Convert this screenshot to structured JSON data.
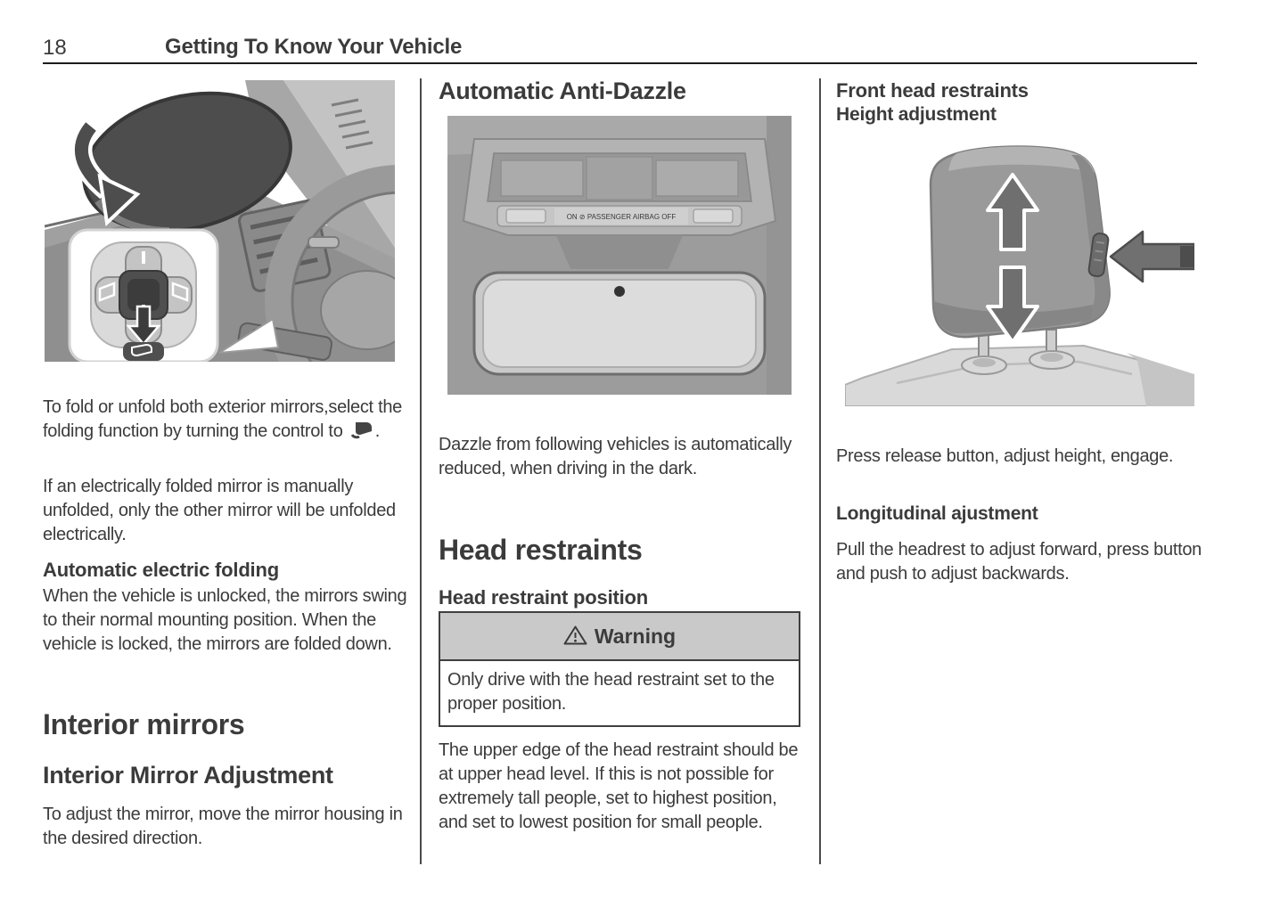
{
  "header": {
    "page_number": "18",
    "title": "Getting To Know Your Vehicle"
  },
  "colors": {
    "text": "#3b3b3b",
    "warning_header_bg": "#c9c9c9",
    "rule": "#1c1c1c",
    "illustration_gray": "#9c9c9c"
  },
  "icons": {
    "mirror_fold": "mirror-fold-icon",
    "warning": "warning-triangle-icon",
    "up_arrow": "up-arrow-icon",
    "down_arrow": "down-arrow-icon",
    "left_arrow": "left-arrow-icon"
  },
  "col1": {
    "fold_para_before_icon": "To fold or unfold both exterior mirrors,select the folding function by turning the control to",
    "fold_para_after_icon": ".",
    "fold_para_2": "If an electrically folded mirror is manually unfolded, only the other mirror will be unfolded electrically.",
    "auto_folding_heading": "Automatic electric folding",
    "auto_folding_para": "When the vehicle is unlocked, the mirrors swing to their normal mounting position. When the vehicle is locked, the mirrors are folded down.",
    "interior_mirrors_heading": "Interior mirrors",
    "interior_adjustment_heading": "Interior Mirror Adjustment",
    "interior_adjustment_para": "To adjust the mirror, move the mirror housing in the desired direction."
  },
  "col2": {
    "anti_dazzle_heading": "Automatic Anti-Dazzle",
    "airbag_label": "ON ⊘ PASSENGER AIRBAG OFF",
    "dazzle_para": "Dazzle from following vehicles is automatically reduced, when driving in the dark.",
    "head_restraints_heading": "Head restraints",
    "position_heading": "Head restraint position",
    "warning_title": "Warning",
    "warning_body": "Only drive with the head restraint set to the proper position.",
    "upper_edge_para": "The upper edge of the head restraint should be at upper head level. If this is not possible for extremely tall people, set to highest position, and set to lowest position for small people."
  },
  "col3": {
    "front_heading": "Front head restraints",
    "height_heading": "Height adjustment",
    "height_para": "Press release button, adjust height, engage.",
    "longitudinal_heading": "Longitudinal ajustment",
    "longitudinal_para": "Pull the headrest to adjust forward, press button and push to adjust backwards."
  }
}
